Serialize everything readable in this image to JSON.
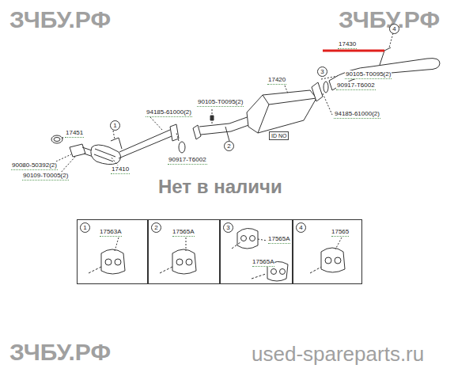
{
  "diagram": {
    "nodes": [
      {
        "text": [
          "1",
          "17563A"
        ]
      },
      {
        "text": [
          "2",
          "17565A"
        ]
      },
      {
        "text": [
          "3",
          "17565A",
          "17565A"
        ]
      },
      {
        "text": [
          "4",
          "17565"
        ]
      }
    ],
    "labels": [
      "ЗЧБУ.РФ",
      "ЗЧБУ.РФ",
      "4",
      "17430",
      "90105-T0095(2)",
      "3",
      "90917-T6002",
      "17420",
      "94185-61000(2)",
      "90105-T0095(2)",
      "1",
      "17451",
      "94185-61000(2)",
      "90917-T6002",
      "2",
      "ID NO",
      "90080-50392(2)",
      "17410",
      "90109-T0005(2)",
      "Нет в наличи",
      "ЗЧБУ.РФ",
      "used-spareparts.ru"
    ]
  }
}
